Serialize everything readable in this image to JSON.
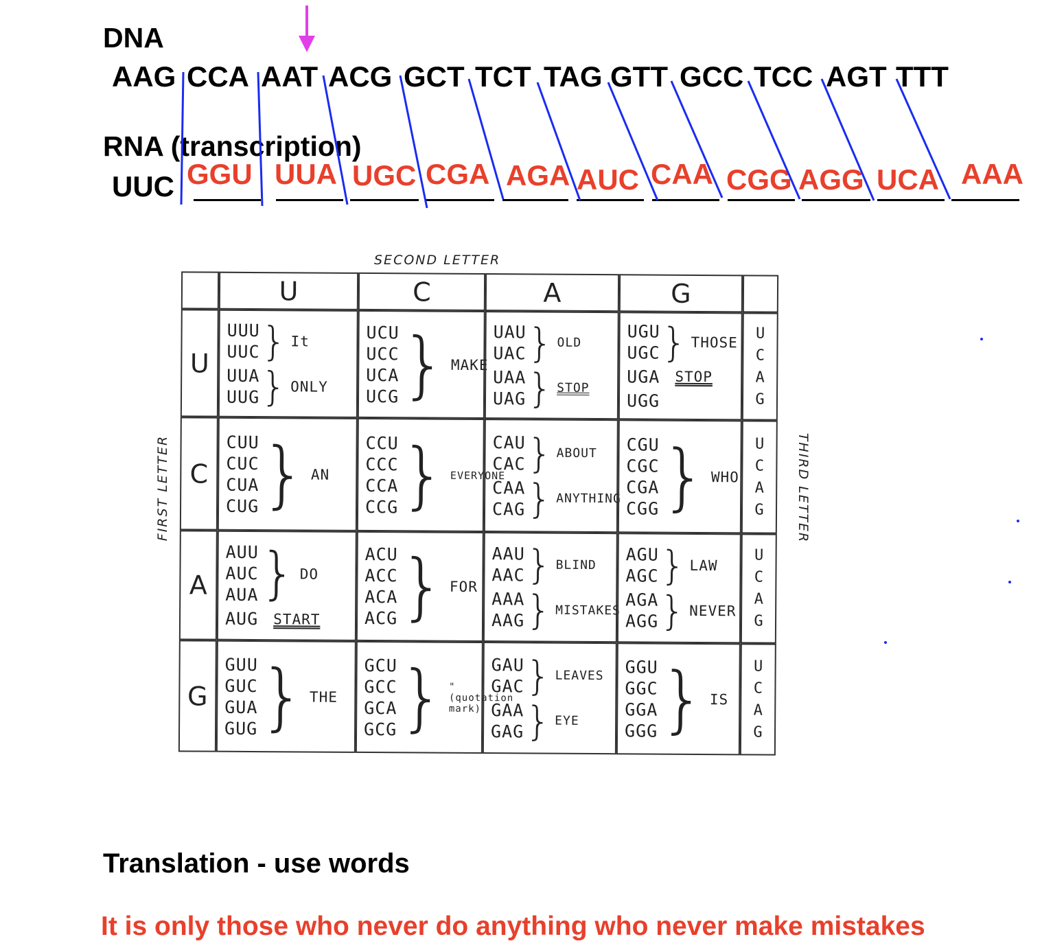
{
  "dna_label": "DNA",
  "dna_codons": [
    "AAG",
    "CCA",
    "AAT",
    "ACG",
    "GCT",
    "TCT",
    "TAG",
    "GTT",
    "GCC",
    "TCC",
    "AGT",
    "TTT"
  ],
  "rna_label": "RNA (transcription)",
  "rna_given": "UUC",
  "rna_codons": [
    "GGU",
    "UUA",
    "UGC",
    "CGA",
    "AGA",
    "AUC",
    "CAA",
    "CGG",
    "AGG",
    "UCA",
    "AAA"
  ],
  "colors": {
    "answer": "#e8402c",
    "divider": "#1a2cf0",
    "arrow": "#e040e8"
  },
  "table": {
    "second_letter": "SECOND LETTER",
    "first_letter": "FIRST LETTER",
    "third_letter": "THIRD LETTER",
    "columns": [
      "U",
      "C",
      "A",
      "G"
    ],
    "third": [
      "U",
      "C",
      "A",
      "G"
    ],
    "rows": [
      {
        "letter": "U",
        "cells": [
          [
            {
              "codons": [
                "UUU",
                "UUC"
              ],
              "word": "It"
            },
            {
              "codons": [
                "UUA",
                "UUG"
              ],
              "word": "ONLY"
            }
          ],
          [
            {
              "codons": [
                "UCU",
                "UCC",
                "UCA",
                "UCG"
              ],
              "word": "MAKE"
            }
          ],
          [
            {
              "codons": [
                "UAU",
                "UAC"
              ],
              "word": "OLD"
            },
            {
              "codons": [
                "UAA",
                "UAG"
              ],
              "word": "STOP",
              "u": true
            }
          ],
          [
            {
              "codons": [
                "UGU",
                "UGC"
              ],
              "word": "THOSE"
            },
            {
              "codons": [
                "UGA"
              ],
              "word": "STOP",
              "u": true,
              "nobrace": true
            },
            {
              "codons": [
                "UGG"
              ],
              "word": "",
              "nobrace": true
            }
          ]
        ]
      },
      {
        "letter": "C",
        "cells": [
          [
            {
              "codons": [
                "CUU",
                "CUC",
                "CUA",
                "CUG"
              ],
              "word": "AN"
            }
          ],
          [
            {
              "codons": [
                "CCU",
                "CCC",
                "CCA",
                "CCG"
              ],
              "word": "EVERYONE"
            }
          ],
          [
            {
              "codons": [
                "CAU",
                "CAC"
              ],
              "word": "ABOUT"
            },
            {
              "codons": [
                "CAA",
                "CAG"
              ],
              "word": "ANYTHING"
            }
          ],
          [
            {
              "codons": [
                "CGU",
                "CGC",
                "CGA",
                "CGG"
              ],
              "word": "WHO"
            }
          ]
        ]
      },
      {
        "letter": "A",
        "cells": [
          [
            {
              "codons": [
                "AUU",
                "AUC",
                "AUA"
              ],
              "word": "DO"
            },
            {
              "codons": [
                "AUG"
              ],
              "word": "START",
              "u": true,
              "nobrace": true
            }
          ],
          [
            {
              "codons": [
                "ACU",
                "ACC",
                "ACA",
                "ACG"
              ],
              "word": "FOR"
            }
          ],
          [
            {
              "codons": [
                "AAU",
                "AAC"
              ],
              "word": "BLIND"
            },
            {
              "codons": [
                "AAA",
                "AAG"
              ],
              "word": "MISTAKES"
            }
          ],
          [
            {
              "codons": [
                "AGU",
                "AGC"
              ],
              "word": "LAW"
            },
            {
              "codons": [
                "AGA",
                "AGG"
              ],
              "word": "NEVER"
            }
          ]
        ]
      },
      {
        "letter": "G",
        "cells": [
          [
            {
              "codons": [
                "GUU",
                "GUC",
                "GUA",
                "GUG"
              ],
              "word": "THE"
            }
          ],
          [
            {
              "codons": [
                "GCU",
                "GCC",
                "GCA",
                "GCG"
              ],
              "word": "\" (quotation mark)"
            }
          ],
          [
            {
              "codons": [
                "GAU",
                "GAC"
              ],
              "word": "LEAVES"
            },
            {
              "codons": [
                "GAA",
                "GAG"
              ],
              "word": "EYE"
            }
          ],
          [
            {
              "codons": [
                "GGU",
                "GGC",
                "GGA",
                "GGG"
              ],
              "word": "IS"
            }
          ]
        ]
      }
    ]
  },
  "translation_label": "Translation - use words",
  "translation": "It is only those who never do anything who never make mistakes"
}
